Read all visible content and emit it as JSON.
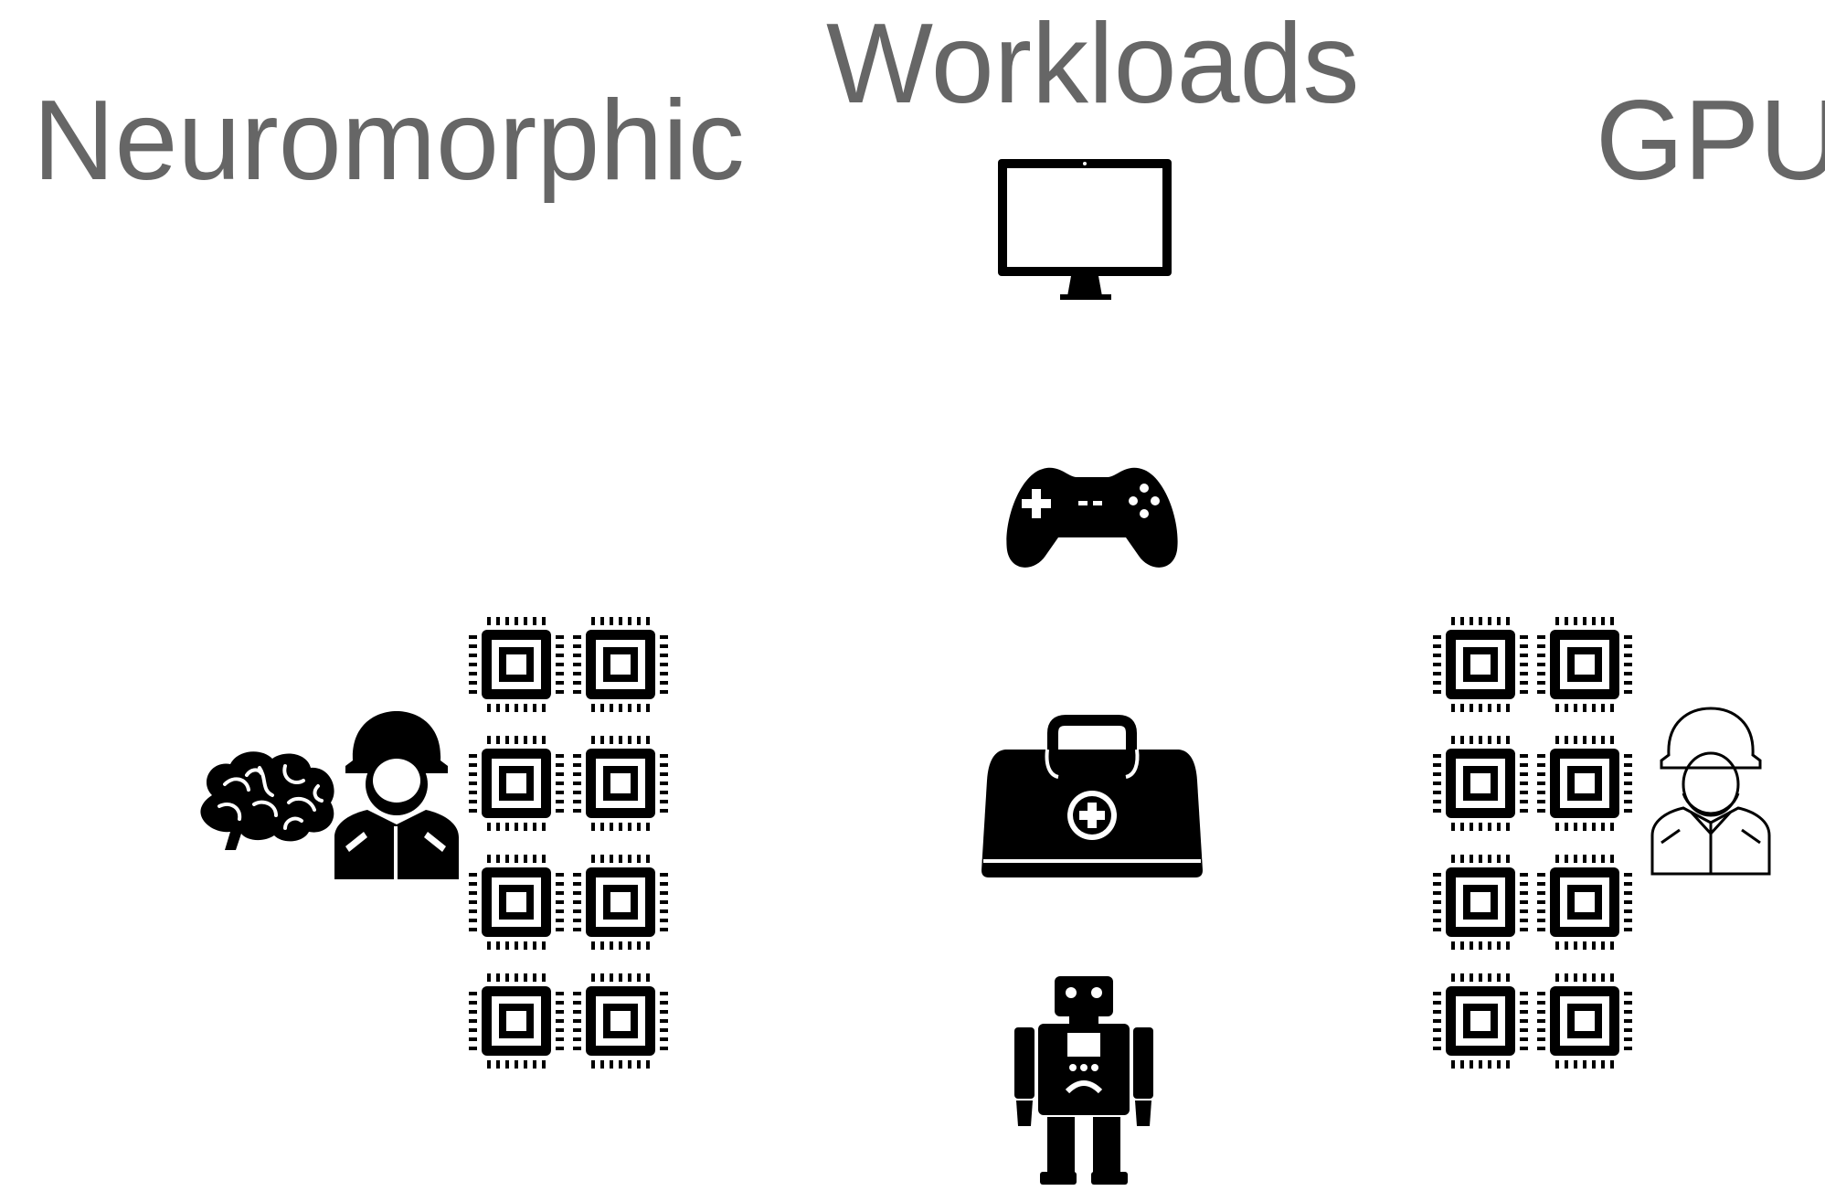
{
  "headings": {
    "neuromorphic": "Neuromorphic",
    "workloads": "Workloads",
    "gpu": "GPU"
  },
  "colors": {
    "heading_text": "#666666",
    "icon_fill": "#000000",
    "background": "#ffffff"
  },
  "icons": {
    "left_group": [
      "brain-icon",
      "soldier-icon",
      "chip-icon"
    ],
    "workloads": [
      "monitor-icon",
      "gamepad-icon",
      "medical-bag-icon",
      "robot-icon"
    ],
    "right_group": [
      "chip-icon",
      "soldier-outline-icon"
    ]
  },
  "chip_grid": {
    "rows": 4,
    "columns": 2
  }
}
